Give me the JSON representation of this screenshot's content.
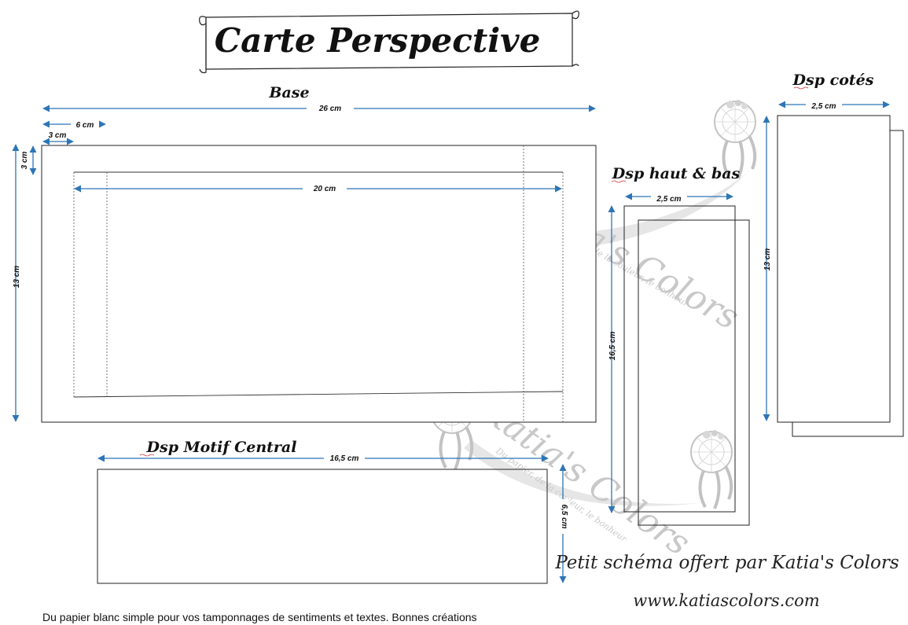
{
  "title": "Carte Perspective",
  "sections": {
    "base": "Base",
    "dsp_cotes": "Dsp cotés",
    "dsp_haut_bas": "Dsp haut & bas",
    "dsp_motif": "Dsp Motif Central"
  },
  "dimensions": {
    "base_width": "26 cm",
    "base_6": "6 cm",
    "base_3_h": "3 cm",
    "base_3_v": "3 cm",
    "base_height": "13 cm",
    "inner_width": "20 cm",
    "cotes_width": "2,5 cm",
    "cotes_height": "13 cm",
    "haut_width": "2,5 cm",
    "haut_height": "16,5 cm",
    "motif_width": "16,5 cm",
    "motif_height": "6,5 cm"
  },
  "watermark": {
    "brand": "Katia's Colors",
    "tagline": "Du papier, de la couleur, le bonheur"
  },
  "credit": "Petit schéma offert par Katia's Colors",
  "url": "www.katiascolors.com",
  "footer": "Du papier blanc simple pour vos tamponnages de sentiments et textes. Bonnes créations",
  "colors": {
    "dimension_arrow": "#2e75b6",
    "outline": "#222222"
  }
}
